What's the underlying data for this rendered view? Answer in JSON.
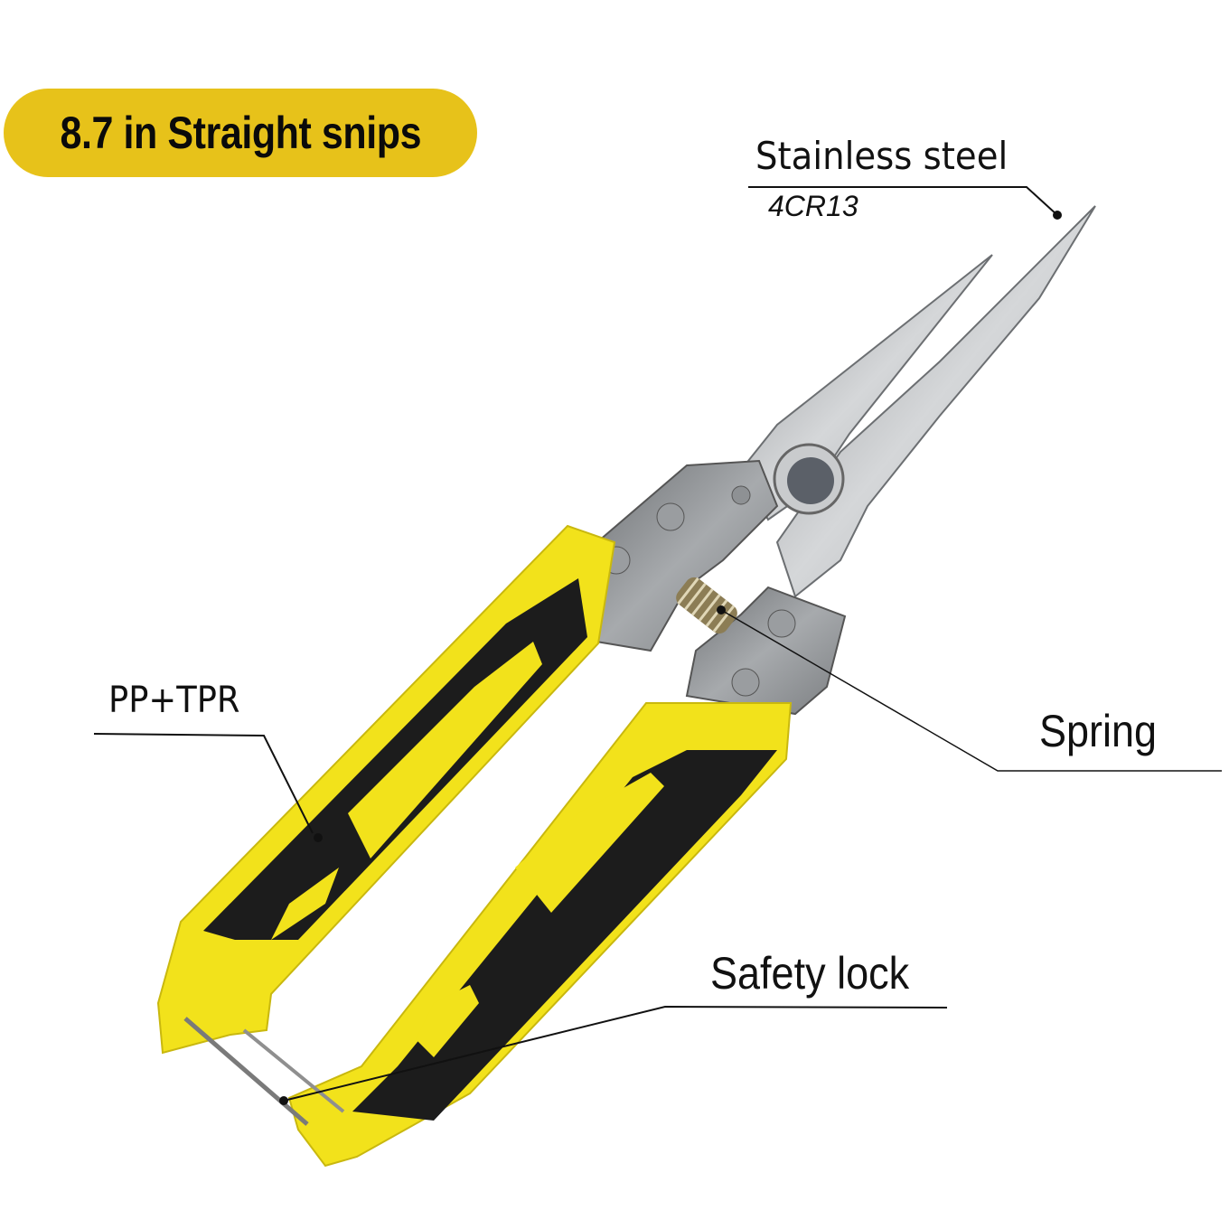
{
  "badge": {
    "title": "8.7 in Straight snips",
    "color": "#e7c21a"
  },
  "callouts": [
    {
      "id": "blade",
      "label": "Stainless steel",
      "sublabel": "4CR13"
    },
    {
      "id": "handle",
      "label": "PP+TPR"
    },
    {
      "id": "spring",
      "label": "Spring"
    },
    {
      "id": "lock",
      "label": "Safety lock"
    }
  ],
  "product": {
    "name": "straight snips",
    "handle_colors": {
      "primary": "#f2e21b",
      "grip": "#1c1c1c"
    },
    "blade_color": "#b9bcbf"
  }
}
